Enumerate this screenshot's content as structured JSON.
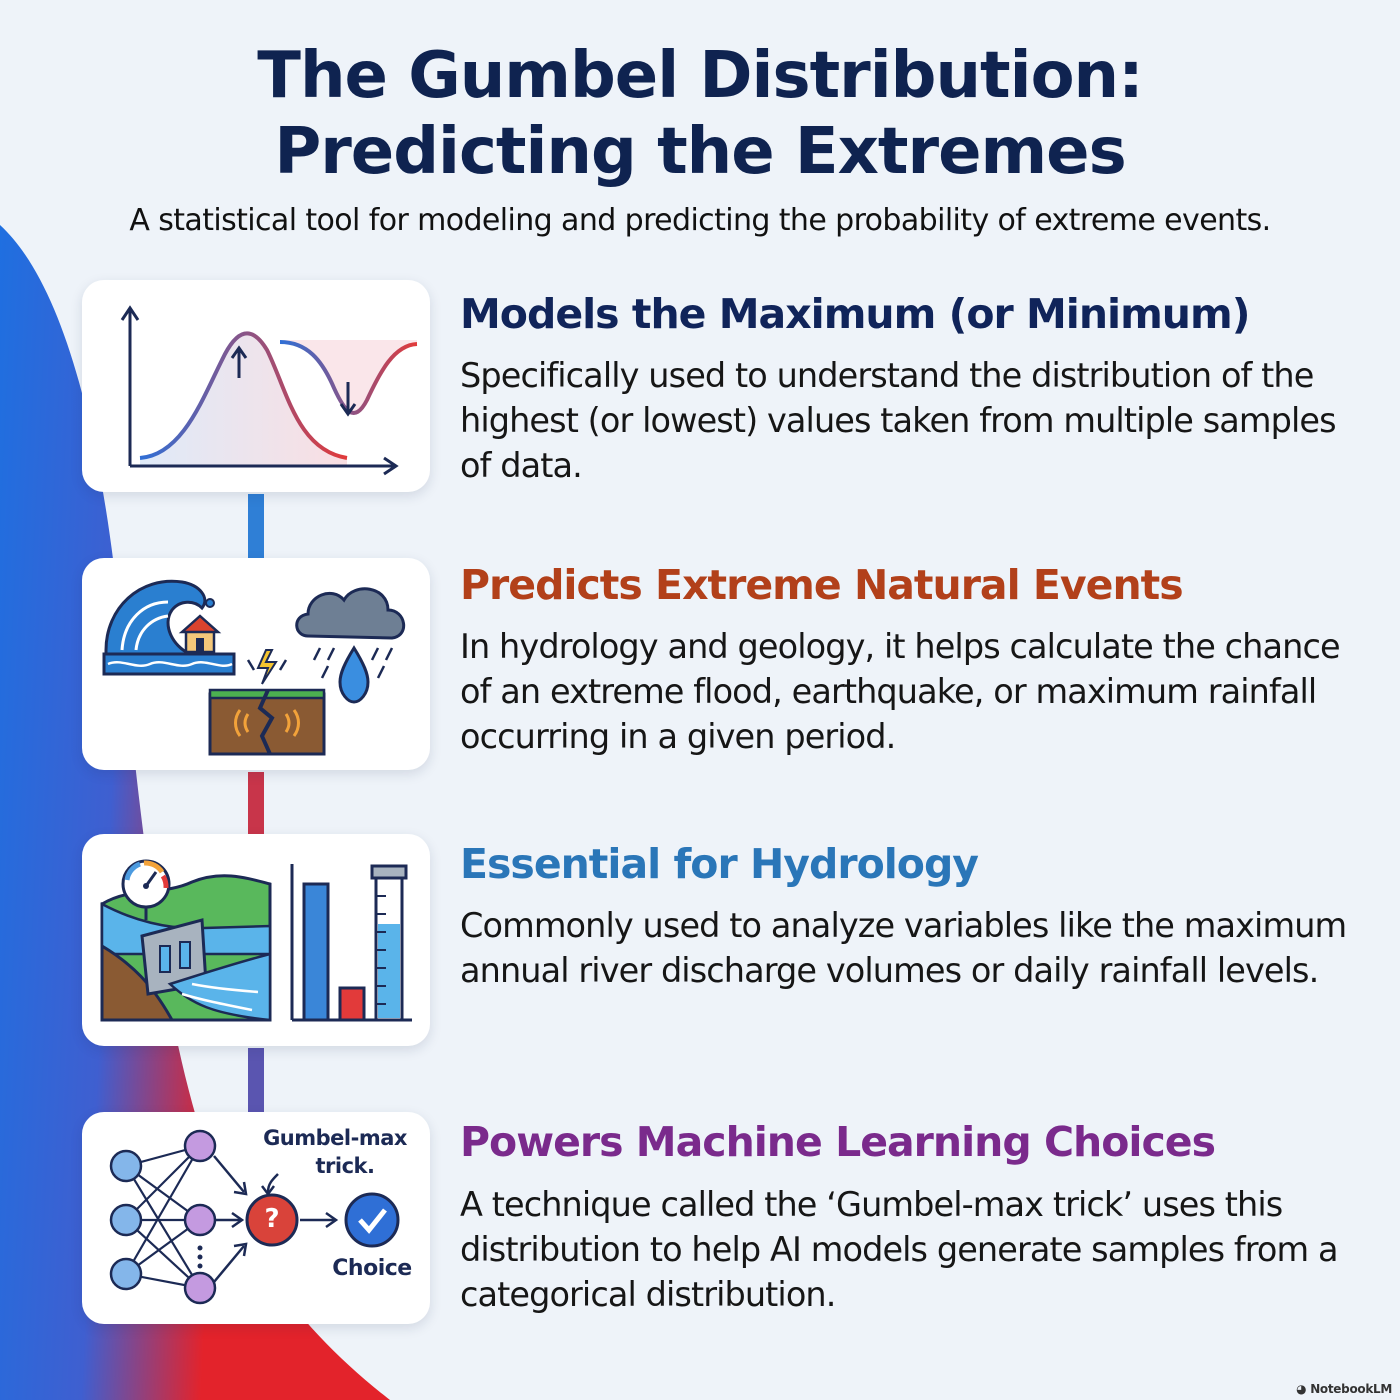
{
  "title_line1": "The Gumbel Distribution:",
  "title_line2": "Predicting the Extremes",
  "subtitle": "A statistical tool for modeling and predicting the probability of extreme events.",
  "colors": {
    "title": "#0f2350",
    "sections": [
      "#10245a",
      "#b2401a",
      "#2a76b8",
      "#7a2a8c"
    ]
  },
  "sections": [
    {
      "heading": "Models the Maximum (or Minimum)",
      "body": "Specifically used to understand the distribution of the highest (or lowest) values taken from multiple samples of data.",
      "icon": "distribution-curve-icon"
    },
    {
      "heading": "Predicts Extreme Natural Events",
      "body": "In hydrology and geology, it helps calculate the chance of an extreme flood, earthquake, or maximum rainfall occurring in a given period.",
      "icon": "natural-events-icon"
    },
    {
      "heading": "Essential for Hydrology",
      "body": "Commonly used to analyze variables like the maximum annual river discharge volumes or daily rainfall levels.",
      "icon": "hydrology-dam-icon"
    },
    {
      "heading": "Powers Machine Learning Choices",
      "body": "A technique called the ‘Gumbel-max trick’ uses this distribution to help AI models generate samples from a categorical distribution.",
      "icon": "neural-network-icon",
      "icon_label_top_1": "Gumbel-max",
      "icon_label_top_2": "trick.",
      "icon_label_choice": "Choice"
    }
  ],
  "watermark": "NotebookLM"
}
